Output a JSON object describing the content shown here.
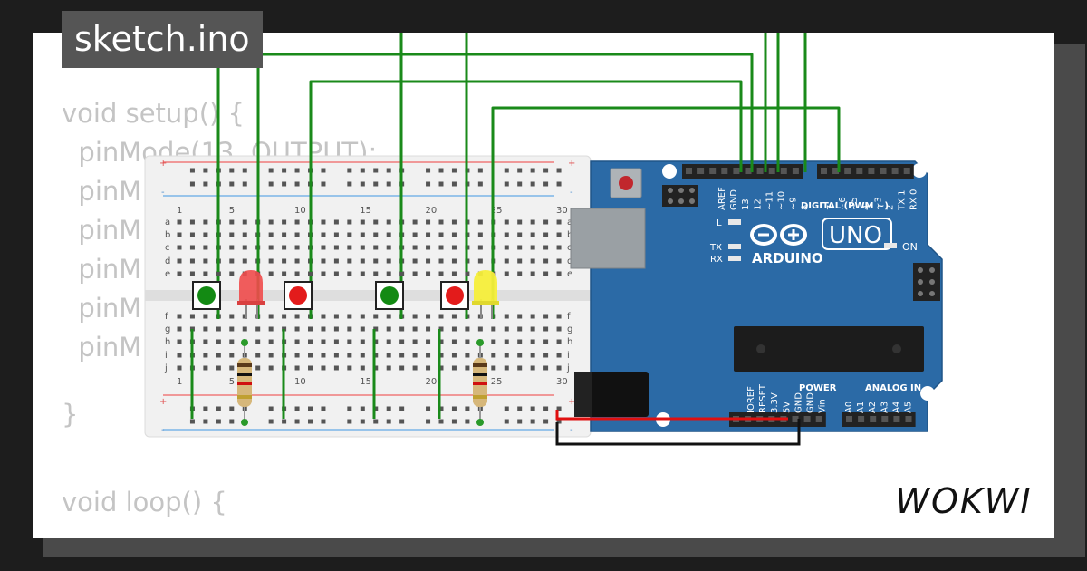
{
  "title": "sketch.ino",
  "code_lines": [
    "void setup() {",
    "  pinMode(13, OUTPUT);",
    "  pinM",
    "  pinM",
    "  pinM",
    "  pinM",
    "  pinM",
    "}",
    "void loop() {"
  ],
  "brand": "WOKWI",
  "breadboard": {
    "columns_top": [
      "1",
      "5",
      "10",
      "15",
      "20",
      "25",
      "30"
    ],
    "columns_bottom": [
      "1",
      "5",
      "10",
      "15",
      "20",
      "25",
      "30"
    ],
    "rows_top": [
      "a",
      "b",
      "c",
      "d",
      "e"
    ],
    "rows_bottom": [
      "f",
      "g",
      "h",
      "i",
      "j"
    ],
    "rail_plus": "+",
    "rail_minus": "-"
  },
  "arduino": {
    "brand_label": "ARDUINO",
    "model_label": "UNO",
    "digital_label": "DIGITAL (PWM ~)",
    "power_label": "POWER",
    "analog_label": "ANALOG IN",
    "on_label": "ON",
    "l_label": "L",
    "tx_label": "TX",
    "rx_label": "RX",
    "digital_pins": [
      "AREF",
      "GND",
      "13",
      "12",
      "~11",
      "~10",
      "~9",
      "8",
      "7",
      "~6",
      "~5",
      "4",
      "~3",
      "2",
      "TX 1",
      "RX 0"
    ],
    "power_pins": [
      "IOREF",
      "RESET",
      "3.3V",
      "5V",
      "GND",
      "GND",
      "Vin"
    ],
    "analog_pins": [
      "A0",
      "A1",
      "A2",
      "A3",
      "A4",
      "A5"
    ]
  },
  "colors": {
    "wire_green": "#1a8a1a",
    "wire_red": "#e01010",
    "wire_black": "#111111",
    "board_blue": "#2b6aa6",
    "breadboard": "#f2f2f2"
  }
}
